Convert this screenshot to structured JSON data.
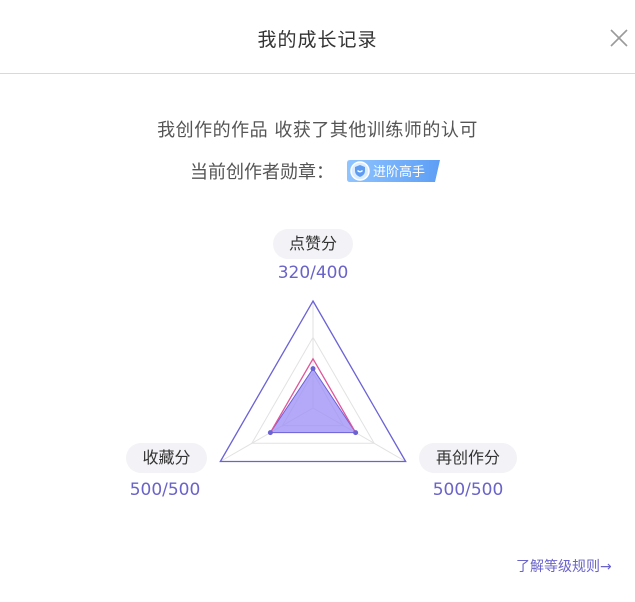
{
  "dialog": {
    "title": "我的成长记录",
    "close_icon": "close-icon"
  },
  "summary": {
    "text": "我创作的作品 收获了其他训练师的认可",
    "badge_label": "当前创作者勋章：",
    "badge_name": "进阶高手",
    "badge_icon": "medal-shield-icon"
  },
  "radar": {
    "axes": [
      {
        "label": "点赞分",
        "value_text": "320/400",
        "value": 320,
        "max": 400
      },
      {
        "label": "再创作分",
        "value_text": "500/500",
        "value": 500,
        "max": 500
      },
      {
        "label": "收藏分",
        "value_text": "500/500",
        "value": 500,
        "max": 500
      }
    ],
    "colors": {
      "outline": "#6b62d6",
      "fill": "#9b8cf5",
      "highlight": "#e0559a",
      "grid": "#e2e2e2"
    }
  },
  "footer": {
    "rules_link": "了解等级规则→"
  }
}
